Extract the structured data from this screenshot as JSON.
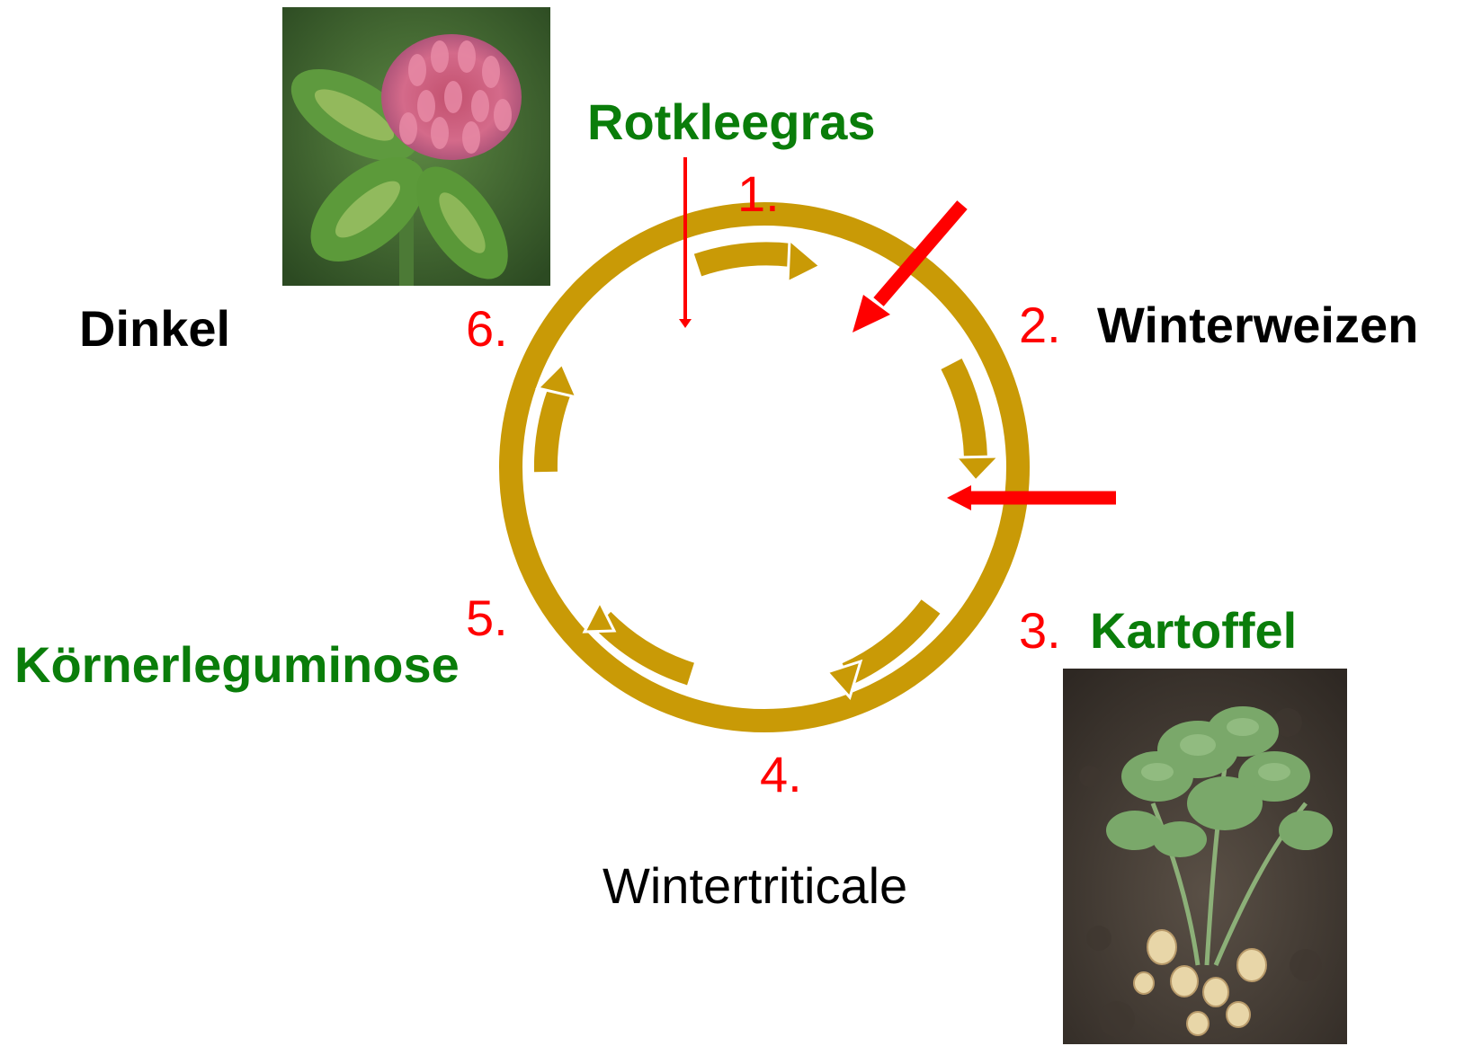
{
  "colors": {
    "ring": "#c99a06",
    "arrow_red": "#ff0000",
    "number_red": "#ff0000",
    "legume_green": "#0a7d0a",
    "text_black": "#000000"
  },
  "crops": {
    "c1": {
      "number": "1.",
      "name": "Rotkleegras"
    },
    "c2": {
      "number": "2.",
      "name": "Winterweizen"
    },
    "c3": {
      "number": "3.",
      "name": "Kartoffel"
    },
    "c4": {
      "number": "4.",
      "name": "Wintertriticale"
    },
    "c5": {
      "number": "5.",
      "name": "Körnerleguminose"
    },
    "c6": {
      "number": "6.",
      "name": "Dinkel"
    }
  },
  "images": {
    "clover": {
      "subject": "red-clover-flower-photo"
    },
    "potato": {
      "subject": "potato-plant-with-tubers-photo"
    }
  }
}
